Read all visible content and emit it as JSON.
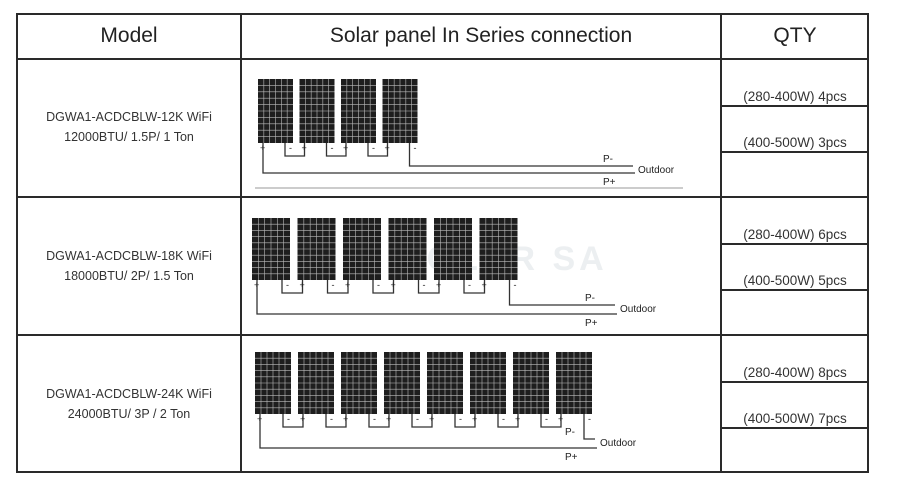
{
  "header": {
    "model": "Model",
    "connection": "Solar panel In Series connection",
    "qty": "QTY"
  },
  "rows": [
    {
      "model_line1": "DGWA1-ACDCBLW-12K WiFi",
      "model_line2": "12000BTU/ 1.5P/ 1 Ton",
      "panel_count": 4,
      "qty": [
        "(280-400W) 4pcs",
        "(400-500W) 3pcs"
      ]
    },
    {
      "model_line1": "DGWA1-ACDCBLW-18K WiFi",
      "model_line2": "18000BTU/ 2P/ 1.5 Ton",
      "panel_count": 6,
      "qty": [
        "(280-400W) 6pcs",
        "(400-500W) 5pcs"
      ]
    },
    {
      "model_line1": "DGWA1-ACDCBLW-24K WiFi",
      "model_line2": "24000BTU/ 3P / 2 Ton",
      "panel_count": 8,
      "qty": [
        "(280-400W) 8pcs",
        "(400-500W) 7pcs"
      ]
    }
  ],
  "diagram_labels": {
    "p_minus": "P-",
    "p_plus": "P+",
    "outdoor": "Outdoor",
    "plus": "+",
    "minus": "-"
  },
  "watermark": "SOLAR SA"
}
